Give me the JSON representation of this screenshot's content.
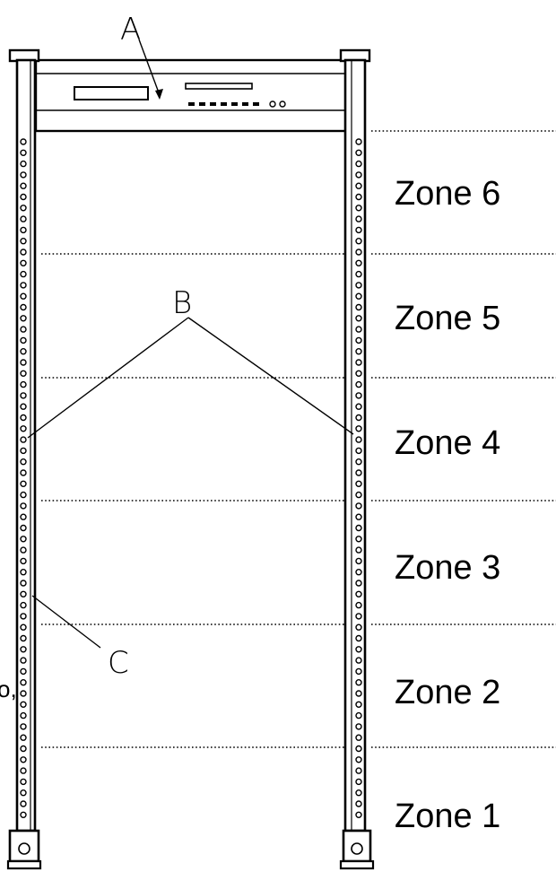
{
  "diagram": {
    "callouts": {
      "a": "A",
      "b": "B",
      "c": "C"
    },
    "stray_text": "o,",
    "zones": [
      {
        "label": "Zone 6"
      },
      {
        "label": "Zone 5"
      },
      {
        "label": "Zone 4"
      },
      {
        "label": "Zone 3"
      },
      {
        "label": "Zone 2"
      },
      {
        "label": "Zone 1"
      }
    ]
  }
}
